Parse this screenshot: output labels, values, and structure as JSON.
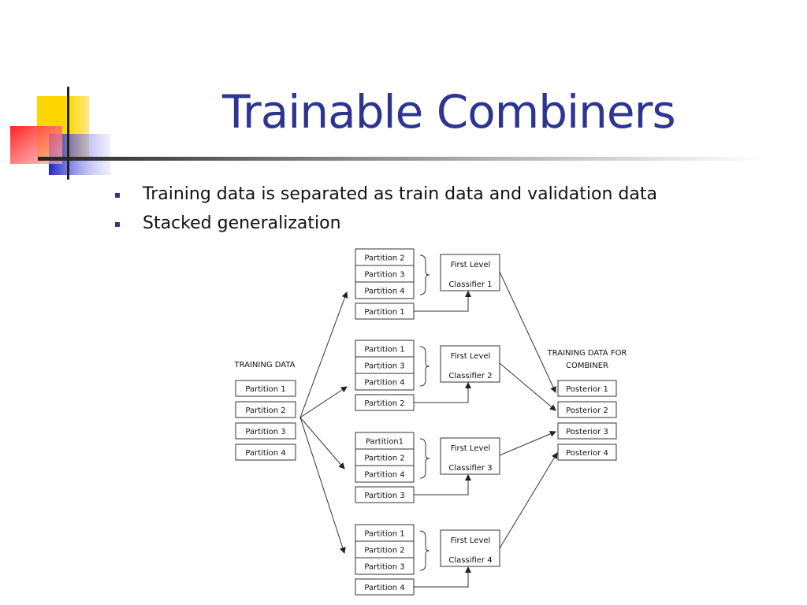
{
  "slide": {
    "title": "Trainable Combiners",
    "bullets": [
      "Training data is separated as train data and validation data",
      "Stacked generalization"
    ]
  },
  "colors": {
    "title": "#2d3590",
    "accent_yellow": "#ffd700",
    "accent_red": "#ff2a2a",
    "accent_blue": "#3333cc"
  },
  "diagram": {
    "training_data_label": "TRAINING DATA",
    "training_partitions": [
      "Partition 1",
      "Partition 2",
      "Partition 3",
      "Partition 4"
    ],
    "groups": [
      {
        "train": [
          "Partition 2",
          "Partition 3",
          "Partition 4"
        ],
        "validation": "Partition 1",
        "classifier": [
          "First Level",
          "Classifier 1"
        ]
      },
      {
        "train": [
          "Partition 1",
          "Partition 3",
          "Partition 4"
        ],
        "validation": "Partition 2",
        "classifier": [
          "First Level",
          "Classifier 2"
        ]
      },
      {
        "train": [
          "Partition1",
          "Partition 2",
          "Partition 4"
        ],
        "validation": "Partition 3",
        "classifier": [
          "First Level",
          "Classifier 3"
        ]
      },
      {
        "train": [
          "Partition 1",
          "Partition 2",
          "Partition 3"
        ],
        "validation": "Partition 4",
        "classifier": [
          "First Level",
          "Classifier 4"
        ]
      }
    ],
    "combiner_label": [
      "TRAINING DATA FOR",
      "COMBINER"
    ],
    "posteriors": [
      "Posterior 1",
      "Posterior 2",
      "Posterior 3",
      "Posterior 4"
    ]
  }
}
